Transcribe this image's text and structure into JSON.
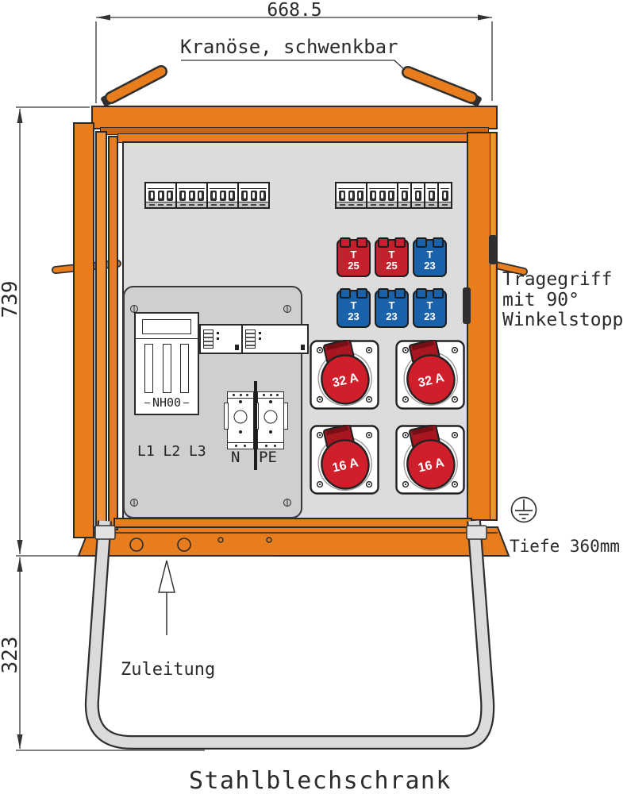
{
  "drawing": {
    "caption": "Stahlblechschrank",
    "dim_width": "668.5",
    "dim_height": "739",
    "dim_stand": "323",
    "depth_label": "Tiefe 360mm",
    "crane_label": "Kranöse, schwenkbar",
    "handle_label_1": "Tragegriff",
    "handle_label_2": "mit 90°",
    "handle_label_3": "Winkelstopp",
    "supply_label": "Zuleitung"
  },
  "panel": {
    "nh_fuse_label": "NH00",
    "phases_label": "L1 L2 L3",
    "neutral_label": "N",
    "earth_label": "PE",
    "breakers": {
      "left_groups": [
        3,
        3,
        3,
        3
      ],
      "right_groups": [
        3,
        3,
        1,
        1,
        1,
        1
      ]
    },
    "switch_fuses": [
      {
        "top": "T",
        "num": "25",
        "color": "#C4202E"
      },
      {
        "top": "T",
        "num": "25",
        "color": "#C4202E"
      },
      {
        "top": "T",
        "num": "23",
        "color": "#1961A8"
      },
      {
        "top": "T",
        "num": "23",
        "color": "#1961A8"
      },
      {
        "top": "T",
        "num": "23",
        "color": "#1961A8"
      },
      {
        "top": "T",
        "num": "23",
        "color": "#1961A8"
      }
    ],
    "sockets": [
      {
        "label": "32 A"
      },
      {
        "label": "32 A"
      },
      {
        "label": "16 A"
      },
      {
        "label": "16 A"
      }
    ]
  },
  "colors": {
    "orange": "#E87D1E",
    "orange_dark": "#C96410",
    "orange_light": "#F09238",
    "outline": "#2a2a2a",
    "panel": "#DCDCDC",
    "subpanel": "#CFCFCF",
    "socket_red": "#D01F2B",
    "socket_red_dark": "#A8161F",
    "stand": "#DBDBDB"
  }
}
